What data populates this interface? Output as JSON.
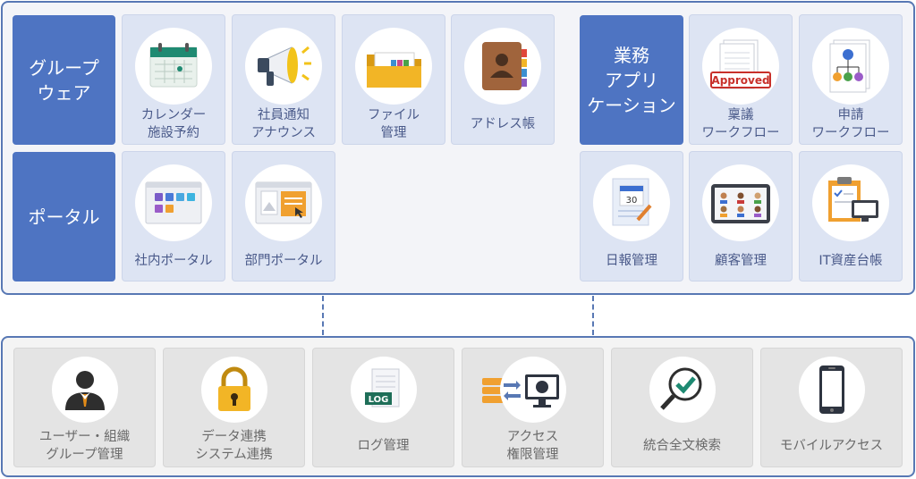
{
  "groups": {
    "groupware": "グループ\nウェア",
    "portal": "ポータル",
    "business_apps": "業務\nアプリ\nケーション"
  },
  "groupware_tiles": [
    {
      "label": "カレンダー\n施設予約",
      "icon": "calendar-icon"
    },
    {
      "label": "社員通知\nアナウンス",
      "icon": "megaphone-icon"
    },
    {
      "label": "ファイル\n管理",
      "icon": "folder-icon"
    },
    {
      "label": "アドレス帳",
      "icon": "address-book-icon"
    }
  ],
  "portal_tiles": [
    {
      "label": "社内ポータル",
      "icon": "internal-portal-icon"
    },
    {
      "label": "部門ポータル",
      "icon": "department-portal-icon"
    }
  ],
  "business_tiles": [
    {
      "label": "稟議\nワークフロー",
      "icon": "approved-document-icon",
      "badge": "Approved"
    },
    {
      "label": "申請\nワークフロー",
      "icon": "flowchart-document-icon"
    },
    {
      "label": "日報管理",
      "icon": "daily-report-icon",
      "day": "30"
    },
    {
      "label": "顧客管理",
      "icon": "customer-tablet-icon"
    },
    {
      "label": "IT資産台帳",
      "icon": "it-asset-icon"
    }
  ],
  "foundation_tiles": [
    {
      "label": "ユーザー・組織\nグループ管理",
      "icon": "user-icon"
    },
    {
      "label": "データ連携\nシステム連携",
      "icon": "lock-icon"
    },
    {
      "label": "ログ管理",
      "icon": "log-document-icon",
      "badge": "LOG"
    },
    {
      "label": "アクセス\n権限管理",
      "icon": "server-access-icon"
    },
    {
      "label": "統合全文検索",
      "icon": "search-check-icon"
    },
    {
      "label": "モバイルアクセス",
      "icon": "smartphone-icon"
    }
  ],
  "colors": {
    "border": "#5878b4",
    "category_bg": "#4e74c2",
    "tile_bg": "#dde4f3",
    "bottom_tile_bg": "#e4e4e4"
  }
}
